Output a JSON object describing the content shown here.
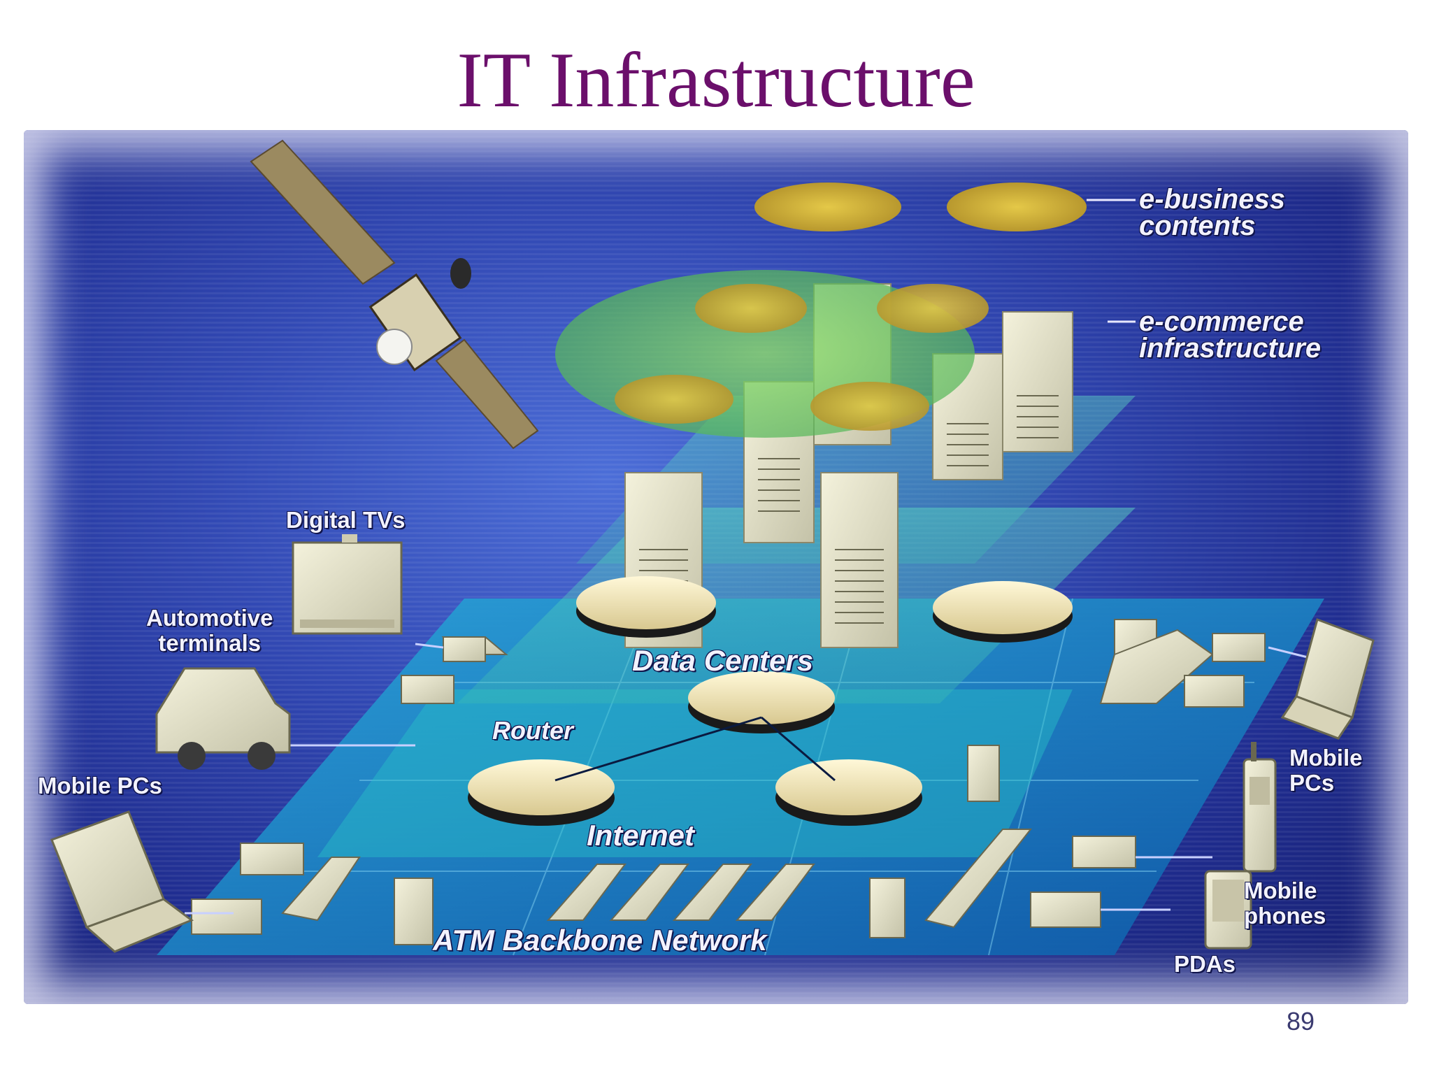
{
  "slide": {
    "title": "IT Infrastructure",
    "page_number": "89"
  },
  "diagram": {
    "layer_labels": {
      "ebusiness": "e-business\ncontents",
      "ecommerce": "e-commerce\ninfrastructure",
      "datacenters": "Data Centers",
      "router": "Router",
      "internet": "Internet",
      "atm": "ATM Backbone Network"
    },
    "device_labels": {
      "digital_tvs": "Digital TVs",
      "automotive": "Automotive\nterminals",
      "mobile_pcs_left": "Mobile PCs",
      "mobile_pcs_right": "Mobile\nPCs",
      "mobile_phones": "Mobile\nphones",
      "pdas": "PDAs"
    },
    "icons": [
      "satellite-icon",
      "digital-tv-icon",
      "car-icon",
      "laptop-icon",
      "mobile-phone-icon",
      "pda-icon",
      "server-icon",
      "router-icon",
      "switch-icon"
    ],
    "colors": {
      "title": "#6b0f6b",
      "background": "#2a3ea6",
      "ecommerce_layer": "#5fc05a",
      "ebusiness_discs": "#c9b03a",
      "datacenter_plane": "#3fb9a8",
      "internet_plane": "#1f8fc8",
      "hardware": "#e8e6c8"
    }
  }
}
